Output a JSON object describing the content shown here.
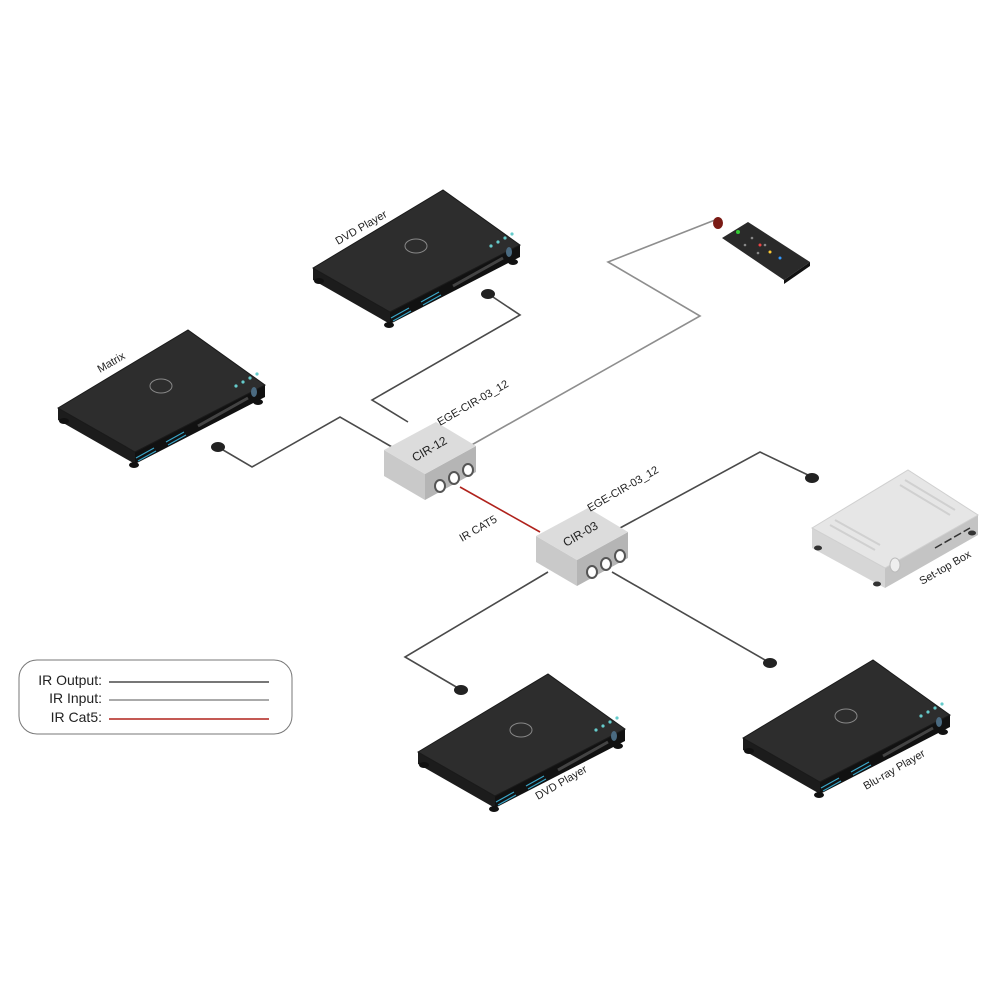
{
  "devices": {
    "dvd_top": "DVD Player",
    "matrix": "Matrix",
    "dvd_bottom": "DVD Player",
    "bluray": "Blu-ray Player",
    "settop": "Set-top Box"
  },
  "modules": {
    "cir12": {
      "name": "CIR-12",
      "model": "EGE-CIR-03_12"
    },
    "cir03": {
      "name": "CIR-03",
      "model": "EGE-CIR-03_12"
    }
  },
  "link_label": "IR CAT5",
  "legend": {
    "items": [
      {
        "label": "IR Output:",
        "color": "#4a4a4a"
      },
      {
        "label": "IR Input:",
        "color": "#8e8e8e"
      },
      {
        "label": "IR Cat5:",
        "color": "#b0221c"
      }
    ]
  }
}
